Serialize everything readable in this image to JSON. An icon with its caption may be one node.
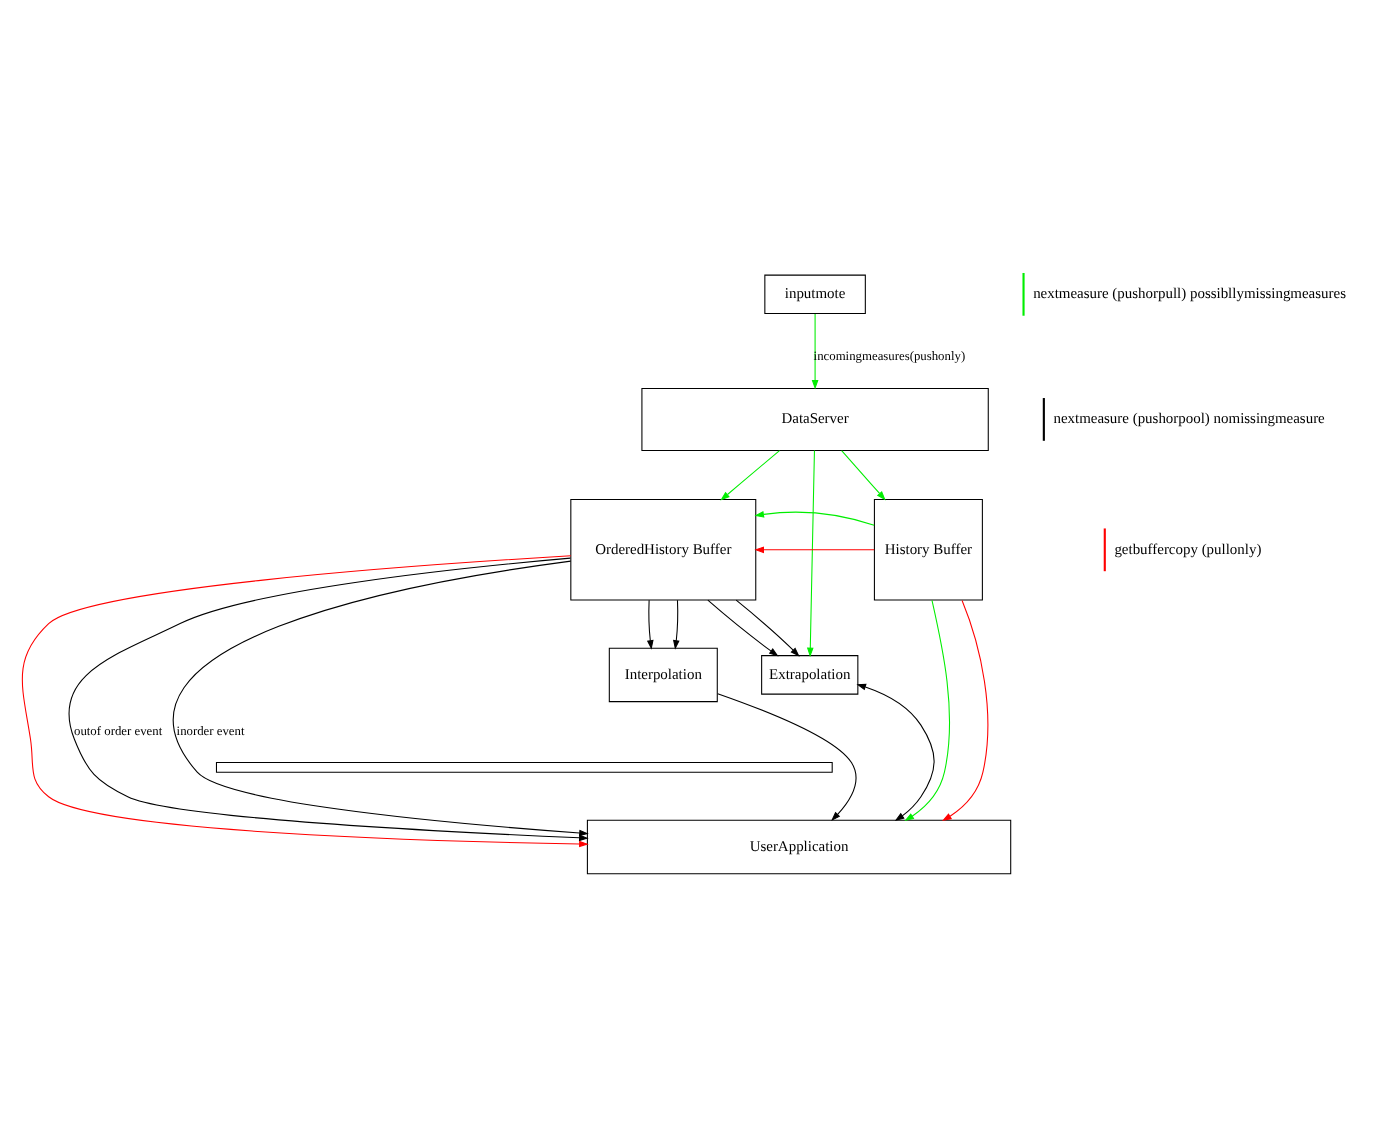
{
  "diagram": {
    "nodes": [
      {
        "text": [
          "inputmote"
        ]
      },
      {
        "text": [
          "DataServer"
        ]
      },
      {
        "text": [
          "OrderedHistory Buffer"
        ]
      },
      {
        "text": [
          "History Buffer"
        ]
      },
      {
        "text": [
          "Interpolation"
        ]
      },
      {
        "text": [
          "Extrapolation"
        ]
      },
      {
        "text": [
          "UserApplication"
        ]
      },
      {
        "text": [],
        "shape": "bar"
      }
    ],
    "edges": [
      {
        "from": 0,
        "to": 1,
        "arrow": "to",
        "label": "incomingmeasures(pushonly)",
        "color": "#00ee00"
      },
      {
        "from": 1,
        "to": 2,
        "arrow": "to",
        "color": "#00ee00"
      },
      {
        "from": 1,
        "to": 3,
        "arrow": "to",
        "color": "#00ee00"
      },
      {
        "from": 3,
        "to": 2,
        "arrow": "to",
        "color": "#ff0000"
      },
      {
        "from": 3,
        "to": 2,
        "arrow": "to",
        "color": "#00ee00"
      },
      {
        "from": 1,
        "to": 5,
        "arrow": "to",
        "color": "#00ee00"
      },
      {
        "from": 2,
        "to": 6,
        "arrow": "to",
        "color": "#ff0000"
      },
      {
        "from": 2,
        "to": 6,
        "arrow": "to",
        "label": "outof order event"
      },
      {
        "from": 2,
        "to": 4,
        "arrow": "to"
      },
      {
        "from": 2,
        "to": 5,
        "arrow": "to"
      },
      {
        "from": 2,
        "to": 6,
        "arrow": "to",
        "label": "inorder event"
      },
      {
        "from": 2,
        "to": 4,
        "arrow": "to"
      },
      {
        "from": 2,
        "to": 5,
        "arrow": "to"
      },
      {
        "from": 4,
        "to": 6,
        "arrow": "to"
      },
      {
        "from": 3,
        "to": 6,
        "arrow": "to",
        "color": "#00ee00"
      },
      {
        "from": 3,
        "to": 6,
        "arrow": "to",
        "color": "#ff0000"
      },
      {
        "from": 5,
        "to": 6,
        "arrow": "both"
      }
    ],
    "legend": [
      {
        "text": "nextmeasure (pushorpull) possibllymissingmeasures"
      },
      {
        "text": "nextmeasure (pushorpool) nomissingmeasure"
      },
      {
        "text": "getbuffercopy (pullonly)"
      }
    ]
  }
}
